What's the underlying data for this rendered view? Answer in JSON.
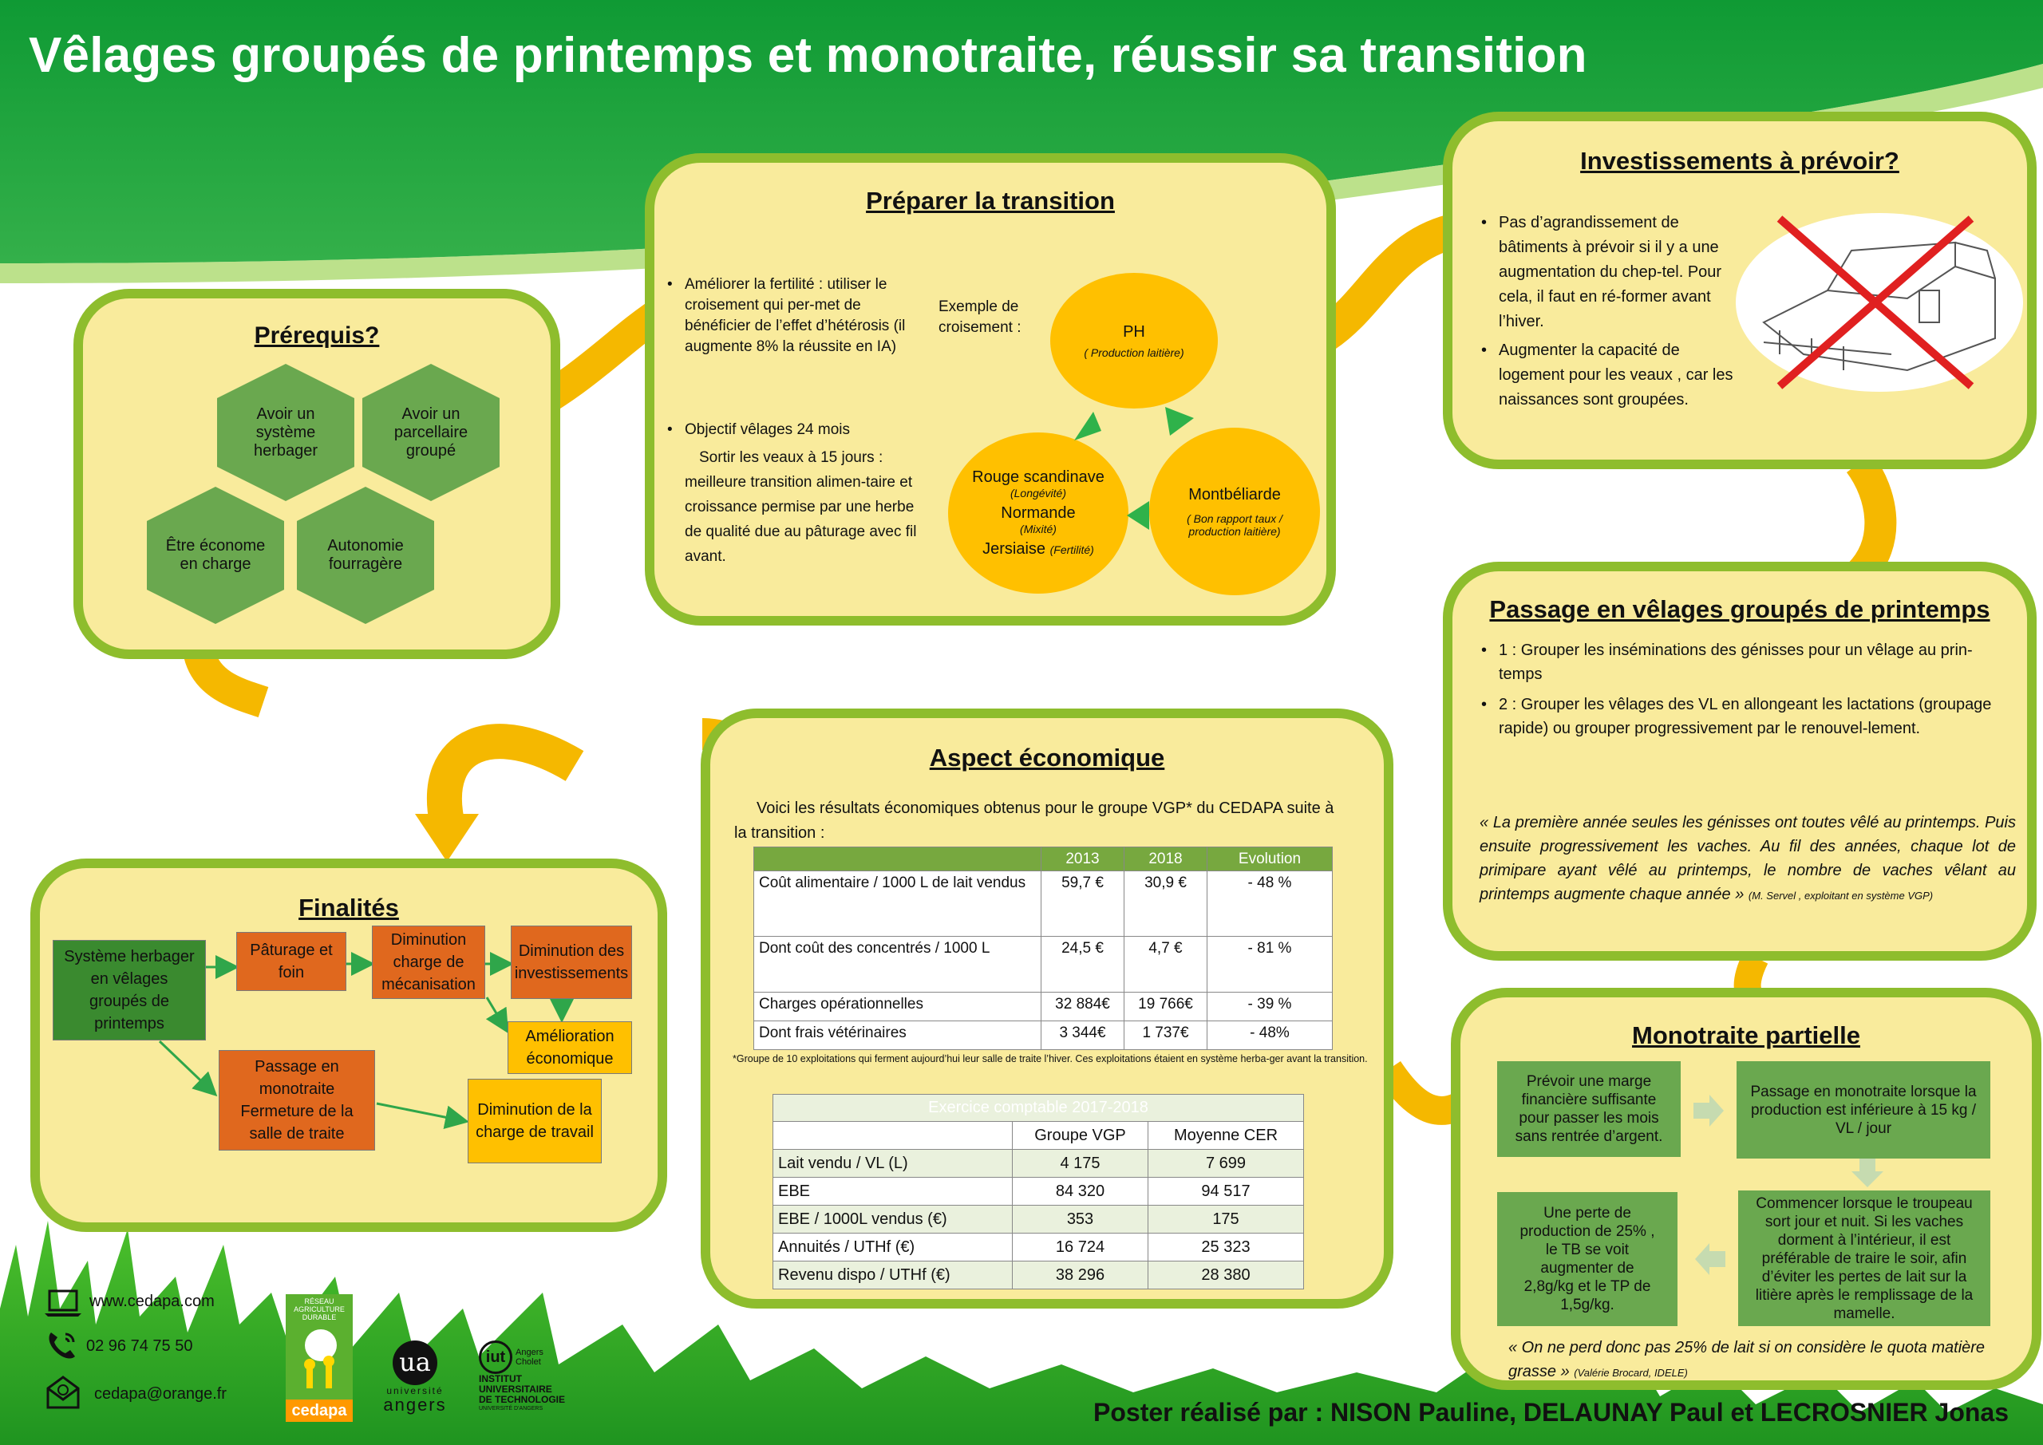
{
  "title": "Vêlages groupés de printemps et monotraite, réussir sa transition",
  "prerequis": {
    "heading": "Prérequis?",
    "hexes": [
      "Avoir un système herbager",
      "Avoir un parcellaire groupé",
      "Être économe en charge",
      "Autonomie fourragère"
    ]
  },
  "preparer": {
    "heading": "Préparer la transition",
    "bullet1": "Améliorer la fertilité : utiliser le croisement qui per-met de bénéficier de l’effet d’hétérosis (il augmente 8% la réussite en IA)",
    "bullet2_title": "Objectif vêlages 24 mois",
    "bullet2_body": "Sortir les veaux à 15 jours : meilleure transition alimen-taire et croissance permise par une herbe de qualité due au pâturage avec fil avant.",
    "exemple": "Exemple de croisement :",
    "ph": "PH",
    "ph_note": "( Production laitière)",
    "mont": "Montbéliarde",
    "mont_note": "( Bon rapport taux / production laitière)",
    "rouge": "Rouge scandinave",
    "rouge_note": "(Longévité)",
    "normande": "Normande",
    "normande_note": "(Mixité)",
    "jersiaise": "Jersiaise",
    "jersiaise_note": "(Fertilité)"
  },
  "invest": {
    "heading": "Investissements à prévoir?",
    "bullet1": "Pas d’agrandissement de bâtiments à prévoir si il y a une augmentation du chep-tel. Pour cela, il faut en ré-former avant l’hiver.",
    "bullet2": "Augmenter la capacité de logement pour les veaux , car les naissances sont groupées."
  },
  "passage": {
    "heading": "Passage en vêlages groupés de printemps",
    "bullet1": "1 : Grouper les inséminations des génisses pour un vêlage au prin-temps",
    "bullet2": "2 : Grouper les vêlages des VL en allongeant les lactations (groupage rapide) ou grouper progressivement par le renouvel-lement.",
    "quote": "« La première année seules les génisses ont toutes vêlé au printemps. Puis ensuite progressivement les vaches. Au fil des années, chaque lot de primipare ayant vêlé au printemps, le nombre de vaches vêlant au printemps augmente chaque année »",
    "quote_src": "(M. Servel , exploitant en système VGP)"
  },
  "eco": {
    "heading": "Aspect économique",
    "intro": "Voici les résultats économiques obtenus pour le groupe VGP* du CEDAPA suite à la transition :",
    "t1_head": [
      "",
      "2013",
      "2018",
      "Evolution"
    ],
    "t1_rows": [
      [
        "Coût alimentaire / 1000 L de lait vendus",
        "59,7 €",
        "30,9 €",
        "- 48 %"
      ],
      [
        "Dont coût des concentrés / 1000 L",
        "24,5 €",
        "4,7 €",
        "- 81 %"
      ],
      [
        "Charges opérationnelles",
        "32 884€",
        "19 766€",
        "- 39 %"
      ],
      [
        "Dont frais vétérinaires",
        "3 344€",
        "1 737€",
        "- 48%"
      ]
    ],
    "note": "*Groupe de 10 exploitations qui ferment aujourd’hui leur salle de traite l’hiver. Ces exploitations étaient en système herba-ger avant la transition.",
    "t2_title": "Exercice comptable 2017-2018",
    "t2_head": [
      "",
      "Groupe VGP",
      "Moyenne CER"
    ],
    "t2_rows": [
      [
        "Lait vendu / VL (L)",
        "4 175",
        "7 699"
      ],
      [
        "EBE",
        "84 320",
        "94 517"
      ],
      [
        "EBE / 1000L vendus (€)",
        "353",
        "175"
      ],
      [
        "Annuités / UTHf (€)",
        "16 724",
        "25 323"
      ],
      [
        "Revenu dispo / UTHf (€)",
        "38 296",
        "28 380"
      ]
    ]
  },
  "finalites": {
    "heading": "Finalités",
    "b_systeme": "Système herbager en vêlages groupés de printemps",
    "b_pat": "Pâturage et foin",
    "b_meca": "Diminution charge de mécanisation",
    "b_invest": "Diminution des investissements",
    "b_amelio": "Amélioration économique",
    "b_passage": "Passage en monotraite Fermeture de la salle de traite",
    "b_travail": "Diminution de la charge de travail"
  },
  "monotraite": {
    "heading": "Monotraite partielle",
    "b1": "Prévoir une marge financière suffisante pour passer les mois sans rentrée d’argent.",
    "b2": "Passage en monotraite lorsque la production est inférieure à 15 kg / VL / jour",
    "b3": "Commencer lorsque le troupeau sort jour et nuit. Si les vaches dorment à l’intérieur, il est préférable de traire le soir, afin d’éviter les pertes de lait sur la litière après le remplissage de la mamelle.",
    "b4": "Une perte de production de 25% , le TB se voit augmenter de 2,8g/kg et le TP de 1,5g/kg.",
    "quote": "« On ne perd donc pas 25% de lait si on considère le quota matière grasse »",
    "quote_src": "(Valérie Brocard, IDELE)"
  },
  "contact": {
    "web": "www.cedapa.com",
    "phone": "02 96 74 75 50",
    "mail": "cedapa@orange.fr"
  },
  "logos": {
    "reseau": "RÉSEAU AGRICULTURE DURABLE",
    "cedapa": "cedapa",
    "ua": "ua",
    "univ1": "université",
    "univ2": "angers",
    "iut_mark": "iut",
    "iut_city": "Angers Cholet",
    "iut1": "INSTITUT",
    "iut2": "UNIVERSITAIRE",
    "iut3": "DE TECHNOLOGIE",
    "iut4": "UNIVERSITÉ D’ANGERS"
  },
  "footer": "Poster réalisé par : NISON Pauline, DELAUNAY Paul et LECROSNIER Jonas",
  "colors": {
    "header_green": "#1ea33c",
    "panel_border": "#8ebd2d",
    "panel_fill": "#f9eb9c",
    "ribbon": "#f5b800"
  }
}
